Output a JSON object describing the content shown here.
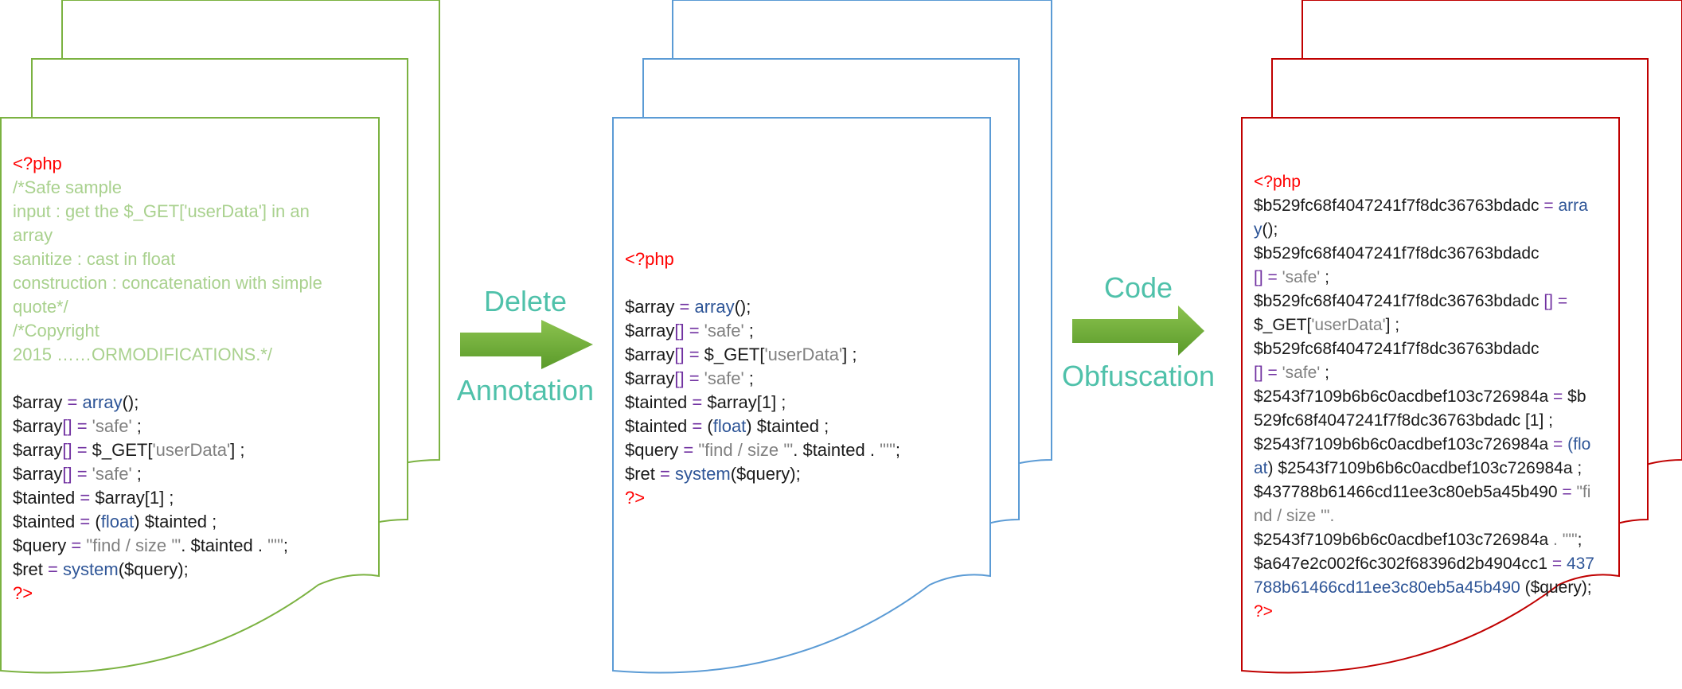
{
  "colors": {
    "doc1_border": "#7bb241",
    "doc2_border": "#5b9bd5",
    "doc3_border": "#c00000",
    "arrow_fill": "#6fab3b",
    "arrow_label": "#4fc1aa",
    "php_tag": "#ff0000",
    "comment": "#a9d18e",
    "operator": "#7030a0",
    "function": "#2e5597",
    "string": "#808080",
    "plain": "#1a1a1a"
  },
  "arrows": [
    {
      "top_label": "Delete",
      "bottom_label": "Annotation"
    },
    {
      "top_label": "Code",
      "bottom_label": "Obfuscation"
    }
  ],
  "documents": [
    {
      "name": "original-source",
      "lines": [
        [
          [
            "<?php",
            "php_tag"
          ]
        ],
        [
          [
            "/*Safe sample",
            "comment"
          ]
        ],
        [
          [
            "input : get the $_GET['userData'] in an",
            "comment"
          ]
        ],
        [
          [
            "array",
            "comment"
          ]
        ],
        [
          [
            "sanitize : cast in float",
            "comment"
          ]
        ],
        [
          [
            "construction : concatenation with simple",
            "comment"
          ]
        ],
        [
          [
            "quote*/",
            "comment"
          ]
        ],
        [
          [
            "/*Copyright",
            "comment"
          ]
        ],
        [
          [
            "2015 ……ORMODIFICATIONS.*/",
            "comment"
          ]
        ],
        [],
        [
          [
            "$array ",
            "plain"
          ],
          [
            "= ",
            "operator"
          ],
          [
            "array",
            "function"
          ],
          [
            "();",
            "plain"
          ]
        ],
        [
          [
            "$array",
            "plain"
          ],
          [
            "[]",
            "operator"
          ],
          [
            " = ",
            "operator"
          ],
          [
            "'safe'",
            "string"
          ],
          [
            " ;",
            "plain"
          ]
        ],
        [
          [
            "$array",
            "plain"
          ],
          [
            "[]",
            "operator"
          ],
          [
            " = ",
            "operator"
          ],
          [
            "$_GET[",
            "plain"
          ],
          [
            "'userData'",
            "string"
          ],
          [
            "] ;",
            "plain"
          ]
        ],
        [
          [
            "$array",
            "plain"
          ],
          [
            "[]",
            "operator"
          ],
          [
            " = ",
            "operator"
          ],
          [
            "'safe'",
            "string"
          ],
          [
            " ;",
            "plain"
          ]
        ],
        [
          [
            "$tainted ",
            "plain"
          ],
          [
            "= ",
            "operator"
          ],
          [
            "$array[1] ;",
            "plain"
          ]
        ],
        [
          [
            "$tainted ",
            "plain"
          ],
          [
            "= ",
            "operator"
          ],
          [
            "(",
            "plain"
          ],
          [
            "float",
            "function"
          ],
          [
            ") $tainted ;",
            "plain"
          ]
        ],
        [
          [
            "$query ",
            "plain"
          ],
          [
            "= ",
            "operator"
          ],
          [
            "\"find / size '\"",
            "string"
          ],
          [
            ". $tainted . ",
            "plain"
          ],
          [
            "\"'\"",
            "string"
          ],
          [
            ";",
            "plain"
          ]
        ],
        [
          [
            "$ret ",
            "plain"
          ],
          [
            "= ",
            "operator"
          ],
          [
            "system",
            "function"
          ],
          [
            "($query);",
            "plain"
          ]
        ],
        [
          [
            "?>",
            "php_tag"
          ]
        ]
      ]
    },
    {
      "name": "annotation-removed",
      "lines": [
        [
          [
            "<?php",
            "php_tag"
          ]
        ],
        [],
        [
          [
            "$array ",
            "plain"
          ],
          [
            "= ",
            "operator"
          ],
          [
            "array",
            "function"
          ],
          [
            "();",
            "plain"
          ]
        ],
        [
          [
            "$array",
            "plain"
          ],
          [
            "[]",
            "operator"
          ],
          [
            " = ",
            "operator"
          ],
          [
            "'safe'",
            "string"
          ],
          [
            " ;",
            "plain"
          ]
        ],
        [
          [
            "$array",
            "plain"
          ],
          [
            "[]",
            "operator"
          ],
          [
            " = ",
            "operator"
          ],
          [
            "$_GET[",
            "plain"
          ],
          [
            "'userData'",
            "string"
          ],
          [
            "] ;",
            "plain"
          ]
        ],
        [
          [
            "$array",
            "plain"
          ],
          [
            "[]",
            "operator"
          ],
          [
            " = ",
            "operator"
          ],
          [
            "'safe'",
            "string"
          ],
          [
            " ;",
            "plain"
          ]
        ],
        [
          [
            "$tainted ",
            "plain"
          ],
          [
            "= ",
            "operator"
          ],
          [
            "$array[1] ;",
            "plain"
          ]
        ],
        [
          [
            "$tainted ",
            "plain"
          ],
          [
            "= ",
            "operator"
          ],
          [
            "(",
            "plain"
          ],
          [
            "float",
            "function"
          ],
          [
            ") $tainted ;",
            "plain"
          ]
        ],
        [
          [
            "$query ",
            "plain"
          ],
          [
            "= ",
            "operator"
          ],
          [
            "\"find / size '\"",
            "string"
          ],
          [
            ". $tainted . ",
            "plain"
          ],
          [
            "\"'\"",
            "string"
          ],
          [
            ";",
            "plain"
          ]
        ],
        [
          [
            "$ret ",
            "plain"
          ],
          [
            "= ",
            "operator"
          ],
          [
            "system",
            "function"
          ],
          [
            "($query);",
            "plain"
          ]
        ],
        [
          [
            "?>",
            "php_tag"
          ]
        ]
      ]
    },
    {
      "name": "obfuscated",
      "lines": [
        [
          [
            "<?php",
            "php_tag"
          ]
        ],
        [
          [
            "$b529fc68f4047241f7f8dc36763bdadc ",
            "plain"
          ],
          [
            "= ",
            "operator"
          ],
          [
            "arra",
            "function"
          ]
        ],
        [
          [
            "y",
            "function"
          ],
          [
            "();",
            "plain"
          ]
        ],
        [
          [
            "$b529fc68f4047241f7f8dc36763bdadc",
            "plain"
          ]
        ],
        [
          [
            "[]",
            "operator"
          ],
          [
            " = ",
            "operator"
          ],
          [
            "'safe'",
            "string"
          ],
          [
            " ;",
            "plain"
          ]
        ],
        [
          [
            "$b529fc68f4047241f7f8dc36763bdadc ",
            "plain"
          ],
          [
            "[]",
            "operator"
          ],
          [
            " =",
            "operator"
          ]
        ],
        [
          [
            "$_GET[",
            "plain"
          ],
          [
            "'userData'",
            "string"
          ],
          [
            "] ;",
            "plain"
          ]
        ],
        [
          [
            "$b529fc68f4047241f7f8dc36763bdadc",
            "plain"
          ]
        ],
        [
          [
            "[]",
            "operator"
          ],
          [
            " = ",
            "operator"
          ],
          [
            "'safe'",
            "string"
          ],
          [
            " ;",
            "plain"
          ]
        ],
        [
          [
            "$2543f7109b6b6c0acdbef103c726984a ",
            "plain"
          ],
          [
            "= ",
            "operator"
          ],
          [
            "$b",
            "plain"
          ]
        ],
        [
          [
            "529fc68f4047241f7f8dc36763bdadc [1] ;",
            "plain"
          ]
        ],
        [
          [
            "$2543f7109b6b6c0acdbef103c726984a ",
            "plain"
          ],
          [
            "= ",
            "operator"
          ],
          [
            "(flo",
            "function"
          ]
        ],
        [
          [
            "at",
            "function"
          ],
          [
            ") $2543f7109b6b6c0acdbef103c726984a ;",
            "plain"
          ]
        ],
        [
          [
            "$437788b61466cd11ee3c80eb5a45b490 ",
            "plain"
          ],
          [
            "= ",
            "operator"
          ],
          [
            "\"fi",
            "string"
          ]
        ],
        [
          [
            "nd / size '\".",
            "string"
          ]
        ],
        [
          [
            "$2543f7109b6b6c0acdbef103c726984a ",
            "plain"
          ],
          [
            ". \"'\"",
            "string"
          ],
          [
            ";",
            "plain"
          ]
        ],
        [
          [
            "$a647e2c002f6c302f68396d2b4904cc1 ",
            "plain"
          ],
          [
            "= ",
            "operator"
          ],
          [
            "437",
            "function"
          ]
        ],
        [
          [
            "788b61466cd11ee3c80eb5a45b490",
            "function"
          ],
          [
            " ($query);",
            "plain"
          ]
        ],
        [
          [
            "?>",
            "php_tag"
          ]
        ]
      ]
    }
  ]
}
